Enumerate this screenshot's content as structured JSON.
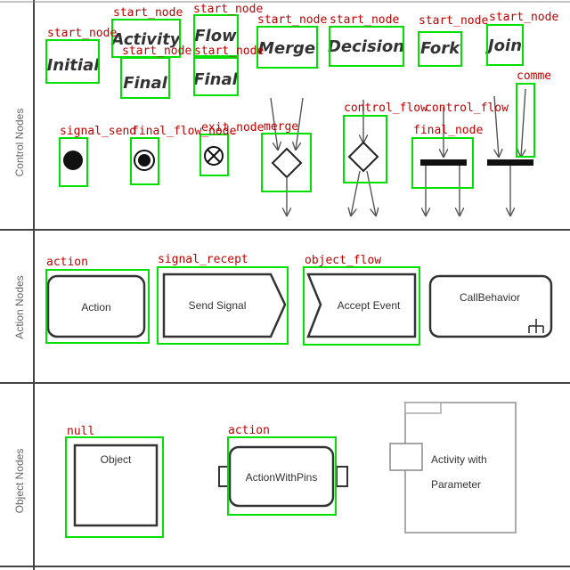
{
  "sections": [
    {
      "label": "Control Nodes"
    },
    {
      "label": "Action Nodes"
    },
    {
      "label": "Object Nodes"
    }
  ],
  "control_nodes": {
    "initial": "Initial",
    "activity": "Activity",
    "flow": "Flow",
    "final_1": "Final",
    "final_2": "Final",
    "merge": "Merge",
    "decision": "Decision",
    "fork": "Fork",
    "join": "Join"
  },
  "action_nodes": {
    "action": "Action",
    "send_signal": "Send Signal",
    "accept_event": "Accept Event",
    "call_behavior": "CallBehavior"
  },
  "object_nodes": {
    "object": "Object",
    "action_with_pins": "ActionWithPins",
    "activity_with_parameter_line1": "Activity with",
    "activity_with_parameter_line2": "Parameter"
  },
  "annotations": {
    "initial": "start_node",
    "activity": "start_node",
    "flow": "start_node",
    "final_1": "start_node",
    "final_2": "start_node",
    "merge_text": "start_node",
    "decision_text": "start_node",
    "fork_text": "start_node",
    "join_text": "start_node",
    "comment": "comme",
    "signal_send": "signal_send",
    "final_flow": "final_flow_node",
    "exit_node": "exit_node",
    "merge": "merge",
    "control_flow_1": "control_flow",
    "control_flow_2": "control_flow",
    "final_node": "final_node",
    "action": "action",
    "signal_recept": "signal_recept",
    "object_flow": "object_flow",
    "null_object": "null",
    "action_pins": "action"
  },
  "colors": {
    "bbox": "#00e000",
    "annotation_text": "#c00000",
    "diagram_line": "#333333",
    "section_divider": "#444444"
  }
}
